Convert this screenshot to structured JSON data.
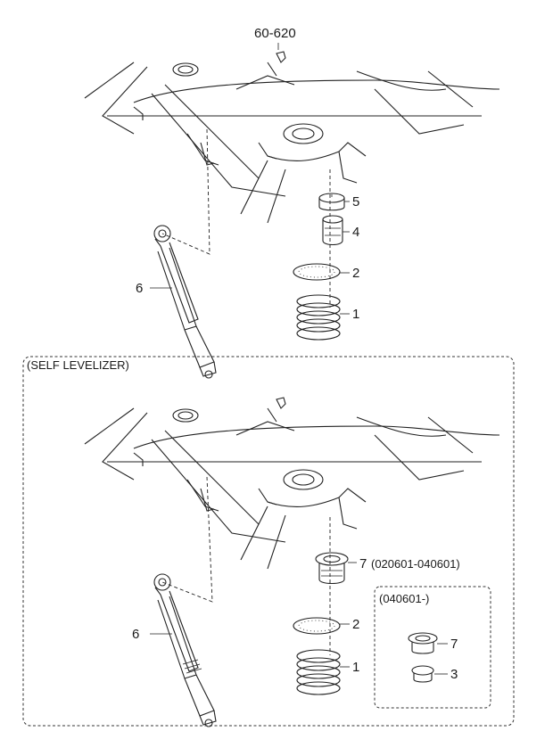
{
  "ref_code": "60-620",
  "section_label": "(SELF LEVELIZER)",
  "inset_label": "(040601-)",
  "top_callouts": [
    "5",
    "4",
    "2",
    "1",
    "6"
  ],
  "bottom_callouts": [
    "7",
    "2",
    "1",
    "6"
  ],
  "bottom_callout_7_range": "(020601-040601)",
  "inset_callouts": [
    "7",
    "3"
  ]
}
